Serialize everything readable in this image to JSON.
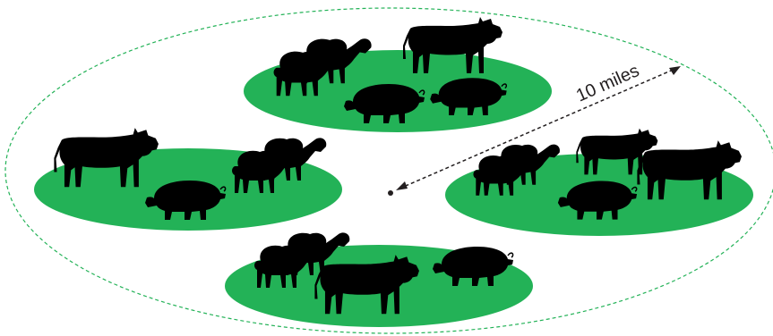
{
  "diagram": {
    "radius_label": "10 miles",
    "colors": {
      "pasture": "#23b257",
      "boundary": "#23b257",
      "animal": "#000000",
      "arrow": "#231f20",
      "background": "#ffffff"
    },
    "pastures": [
      {
        "id": "north",
        "animals": [
          "sheep",
          "sheep",
          "cow",
          "pig",
          "pig"
        ]
      },
      {
        "id": "west",
        "animals": [
          "cow",
          "pig",
          "sheep",
          "sheep"
        ]
      },
      {
        "id": "east",
        "animals": [
          "sheep",
          "sheep",
          "cow",
          "cow",
          "pig"
        ]
      },
      {
        "id": "south",
        "animals": [
          "sheep",
          "sheep",
          "cow",
          "pig"
        ]
      }
    ]
  }
}
